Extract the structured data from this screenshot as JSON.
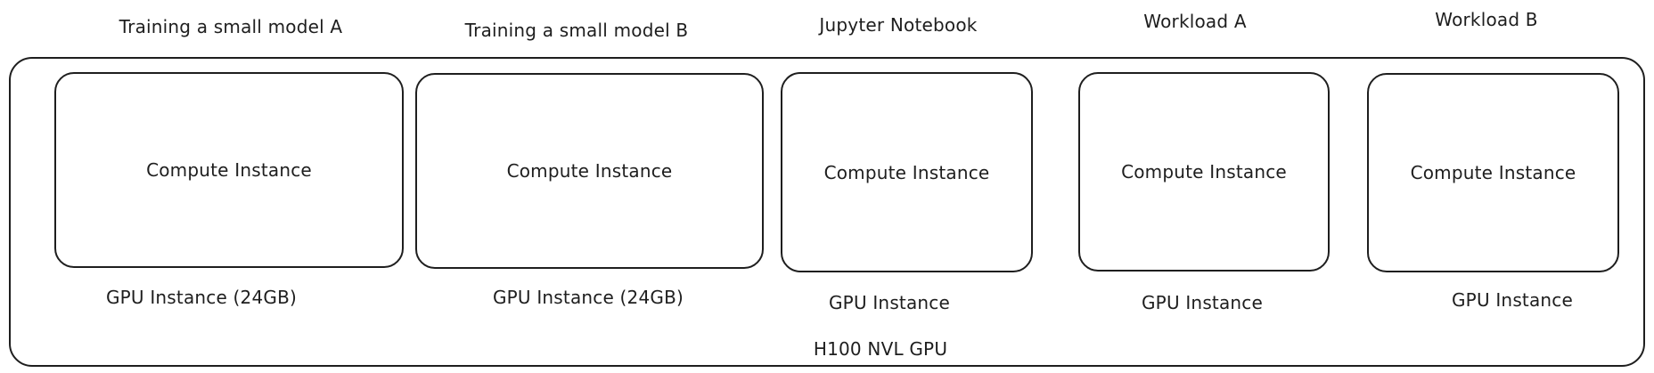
{
  "diagram": {
    "workloads": [
      {
        "title": "Training a small model A",
        "compute_label": "Compute Instance",
        "gpu_label": "GPU Instance (24GB)"
      },
      {
        "title": "Training a small model B",
        "compute_label": "Compute Instance",
        "gpu_label": "GPU Instance (24GB)"
      },
      {
        "title": "Jupyter Notebook",
        "compute_label": "Compute Instance",
        "gpu_label": "GPU Instance"
      },
      {
        "title": "Workload A",
        "compute_label": "Compute Instance",
        "gpu_label": "GPU Instance"
      },
      {
        "title": "Workload B",
        "compute_label": "Compute Instance",
        "gpu_label": "GPU Instance"
      }
    ],
    "gpu_label": "H100 NVL GPU",
    "stroke_color": "#1e1e1e",
    "background_color": "#ffffff"
  }
}
